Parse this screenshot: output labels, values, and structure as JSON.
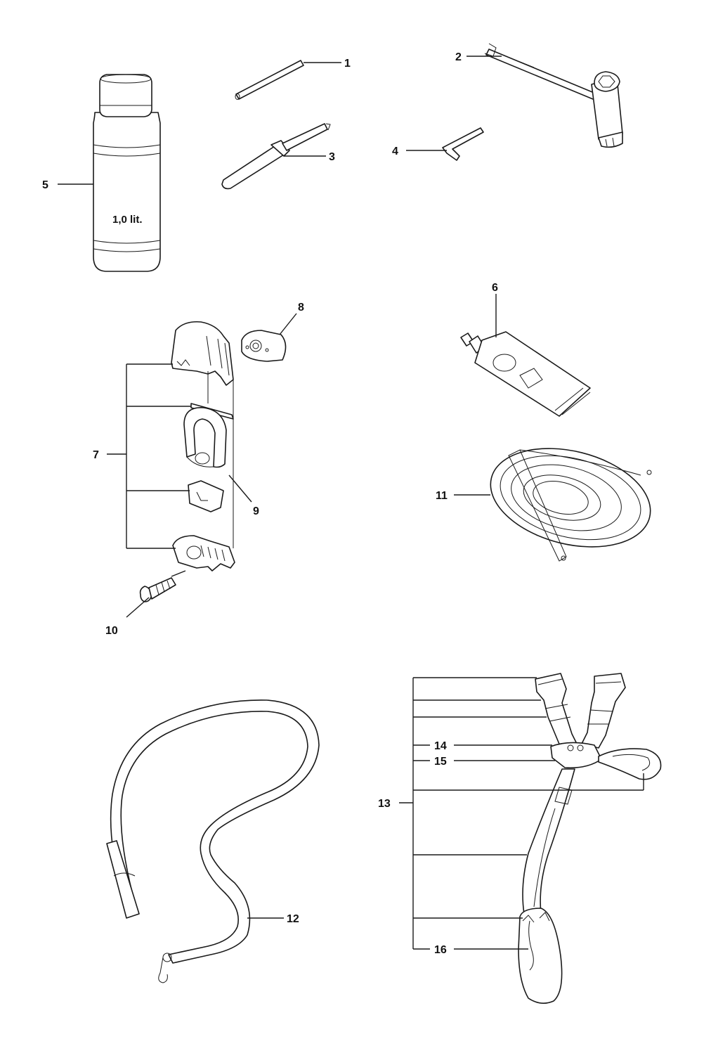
{
  "bottle_label": "1,0 lit.",
  "callouts": [
    {
      "id": "c1",
      "text": "1"
    },
    {
      "id": "c2",
      "text": "2"
    },
    {
      "id": "c3",
      "text": "3"
    },
    {
      "id": "c4",
      "text": "4"
    },
    {
      "id": "c5",
      "text": "5"
    },
    {
      "id": "c6",
      "text": "6"
    },
    {
      "id": "c7",
      "text": "7"
    },
    {
      "id": "c8",
      "text": "8"
    },
    {
      "id": "c9",
      "text": "9"
    },
    {
      "id": "c10",
      "text": "10"
    },
    {
      "id": "c11",
      "text": "11"
    },
    {
      "id": "c12",
      "text": "12"
    },
    {
      "id": "c13",
      "text": "13"
    },
    {
      "id": "c14",
      "text": "14"
    },
    {
      "id": "c15",
      "text": "15"
    },
    {
      "id": "c16",
      "text": "16"
    }
  ]
}
